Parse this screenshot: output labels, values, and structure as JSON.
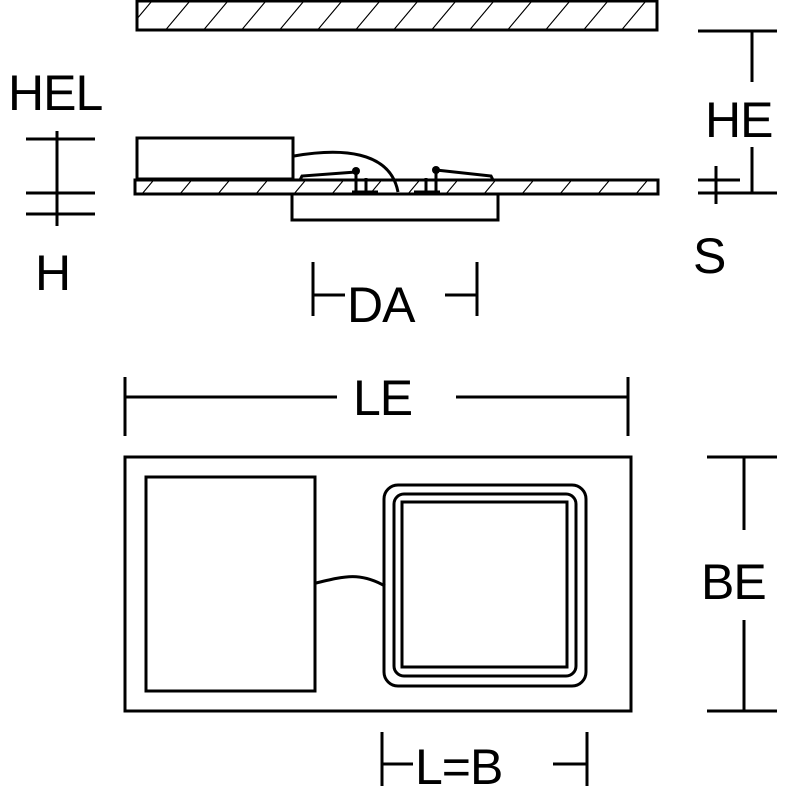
{
  "labels": {
    "hel": "HEL",
    "h": "H",
    "he": "HE",
    "s": "S",
    "da": "DA",
    "le": "LE",
    "be": "BE",
    "lb": "L=B"
  },
  "colors": {
    "stroke": "#000000",
    "background": "#ffffff"
  }
}
